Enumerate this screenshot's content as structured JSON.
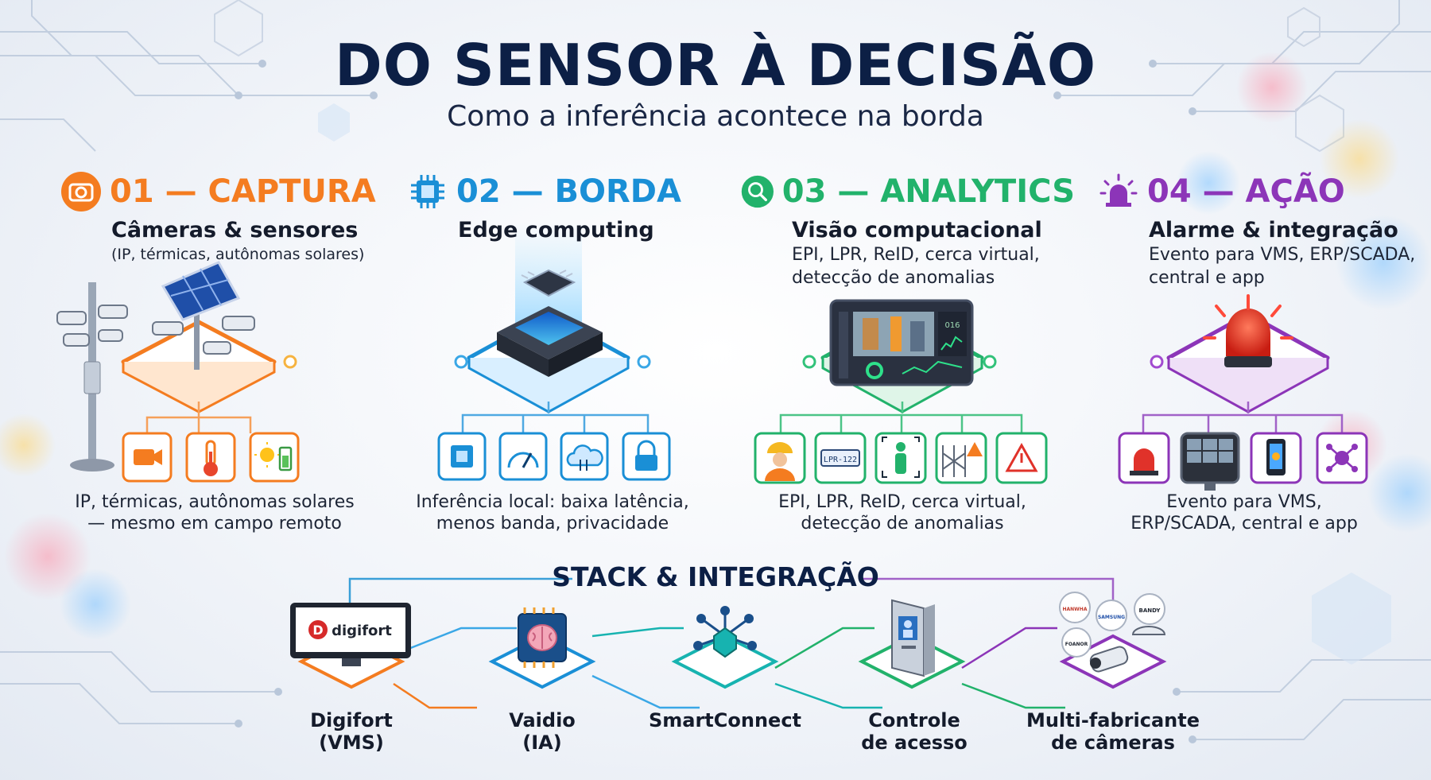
{
  "header": {
    "title": "DO SENSOR À DECISÃO",
    "subtitle": "Como a inferência acontece na borda"
  },
  "stages": [
    {
      "title": "01 — CAPTURA",
      "subtitle": "Câmeras & sensores",
      "note": [
        "(IP, térmicas, autônomas solares)"
      ],
      "caption": [
        "IP, térmicas, autônomas solares",
        "— mesmo em campo remoto"
      ],
      "color": "#f47c20",
      "icon": "camera-icon",
      "subicons": [
        "video-camera-icon",
        "thermometer-icon",
        "solar-battery-icon"
      ]
    },
    {
      "title": "02 — BORDA",
      "subtitle": "Edge computing",
      "note": [],
      "caption": [
        "Inferência local: baixa latência,",
        "menos banda, privacidade"
      ],
      "color": "#1a8fd6",
      "icon": "chip-icon",
      "subicons": [
        "processor-icon",
        "speedometer-icon",
        "cloud-sync-icon",
        "padlock-icon"
      ]
    },
    {
      "title": "03 — ANALYTICS",
      "subtitle": "Visão computacional",
      "note": [
        "EPI, LPR, ReID, cerca virtual,",
        "detecção de anomalias"
      ],
      "caption": [
        "EPI, LPR, ReID, cerca virtual,",
        "detecção de anomalias"
      ],
      "color": "#22b26b",
      "icon": "analytics-search-icon",
      "subicons": [
        "worker-helmet-icon",
        "license-plate-icon",
        "person-reid-icon",
        "fence-warning-icon",
        "anomaly-warning-icon"
      ],
      "plate_text": "LPR-122",
      "dashboard_count": "016"
    },
    {
      "title": "04 — AÇÃO",
      "subtitle": "Alarme & integração",
      "note": [
        "Evento para VMS, ERP/SCADA,",
        "central e app"
      ],
      "caption": [
        "Evento para VMS,",
        "ERP/SCADA, central e app"
      ],
      "color": "#8c35b8",
      "icon": "siren-icon",
      "subicons": [
        "alarm-light-icon",
        "vms-monitor-icon",
        "smartphone-alert-icon",
        "integration-hub-icon"
      ]
    }
  ],
  "stack": {
    "title": "STACK & INTEGRAÇÃO",
    "items": [
      {
        "label": [
          "Digifort",
          "(VMS)"
        ],
        "color": "#f47c20",
        "icon": "monitor-icon",
        "logo_text": "digifort"
      },
      {
        "label": [
          "Vaidio",
          "(IA)"
        ],
        "color": "#1a8fd6",
        "icon": "ai-brain-chip-icon"
      },
      {
        "label": [
          "SmartConnect"
        ],
        "color": "#17b3b0",
        "icon": "network-hub-icon"
      },
      {
        "label": [
          "Controle",
          "de acesso"
        ],
        "color": "#22b26b",
        "icon": "access-control-icon"
      },
      {
        "label": [
          "Multi-fabricante",
          "de câmeras"
        ],
        "color": "#8c35b8",
        "icon": "multi-brand-cameras-icon",
        "brand_badges": [
          "HANWHA",
          "SAMSUNG",
          "BANDY",
          "FOANOR"
        ]
      }
    ]
  }
}
